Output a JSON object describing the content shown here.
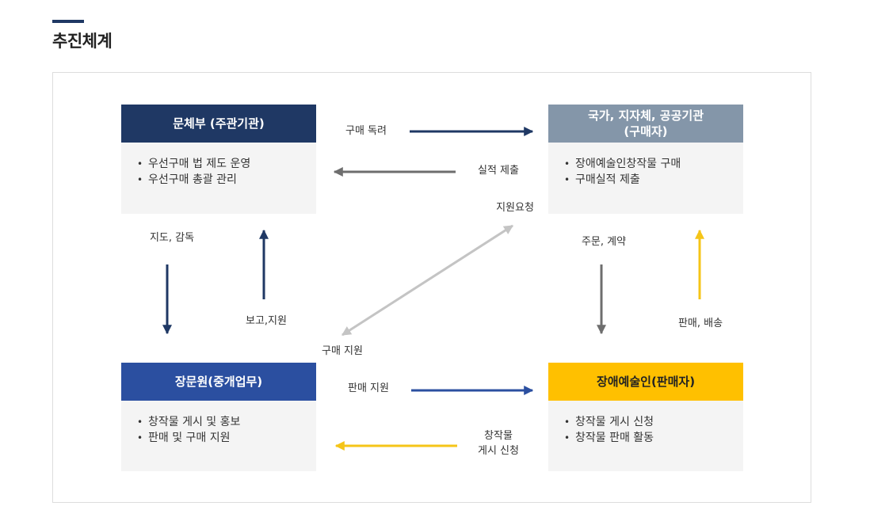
{
  "page": {
    "title": "추진체계"
  },
  "boxes": {
    "ministry": {
      "title": "문체부 (주관기관)",
      "items": [
        "우선구매 법 제도 운영",
        "우선구매 총괄 관리"
      ],
      "color": "#1f3864"
    },
    "buyer": {
      "title": "국가, 지자체, 공공기관\n(구매자)",
      "items": [
        "장애예술인창작물 구매",
        "구매실적 제출"
      ],
      "color": "#8496a9"
    },
    "agency": {
      "title": "장문원(중개업무)",
      "items": [
        "창작물 게시 및 홍보",
        "판매 및 구매 지원"
      ],
      "color": "#2b4fa0"
    },
    "seller": {
      "title": "장애예술인(판매자)",
      "items": [
        "창작물 게시 신청",
        "창작물 판매 활동"
      ],
      "color": "#ffc000",
      "text_color": "#222222"
    }
  },
  "arrows": {
    "purchase_encourage": "구매 독려",
    "performance_submit": "실적 제출",
    "support_request": "지원요청",
    "guide_supervise": "지도, 감독",
    "report_support": "보고,지원",
    "order_contract": "주문, 계약",
    "sale_delivery": "판매, 배송",
    "purchase_support": "구매 지원",
    "sale_support": "판매 지원",
    "work_post_request": "창작물\n게시 신청"
  },
  "colors": {
    "navy": "#1f3864",
    "blue": "#2b4fa0",
    "gray": "#6e6e6e",
    "light_gray": "#c4c4c4",
    "yellow": "#f5c518"
  }
}
